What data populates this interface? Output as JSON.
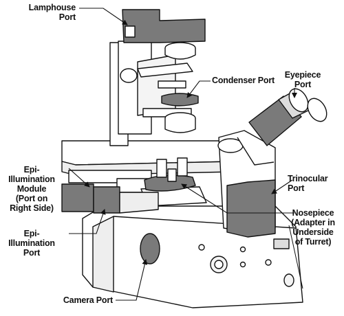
{
  "figure": {
    "labels": {
      "lamphouse_port": "Lamphouse\nPort",
      "condenser_port": "Condenser Port",
      "eyepiece_port": "Eyepiece\nPort",
      "epi_illumination_module": "Epi-\nIllumination\nModule\n(Port on\nRight Side)",
      "trinocular_port": "Trinocular\nPort",
      "nosepiece": "Nosepiece\n(Adapter in\nUnderside\nof Turret)",
      "epi_illumination_port": "Epi-\nIllumination\nPort",
      "camera_port": "Camera Port"
    },
    "colors": {
      "port_fill": "#7a7a7a",
      "body_fill": "#ffffff",
      "line": "#111111",
      "shade": "#d9d9d9"
    }
  }
}
